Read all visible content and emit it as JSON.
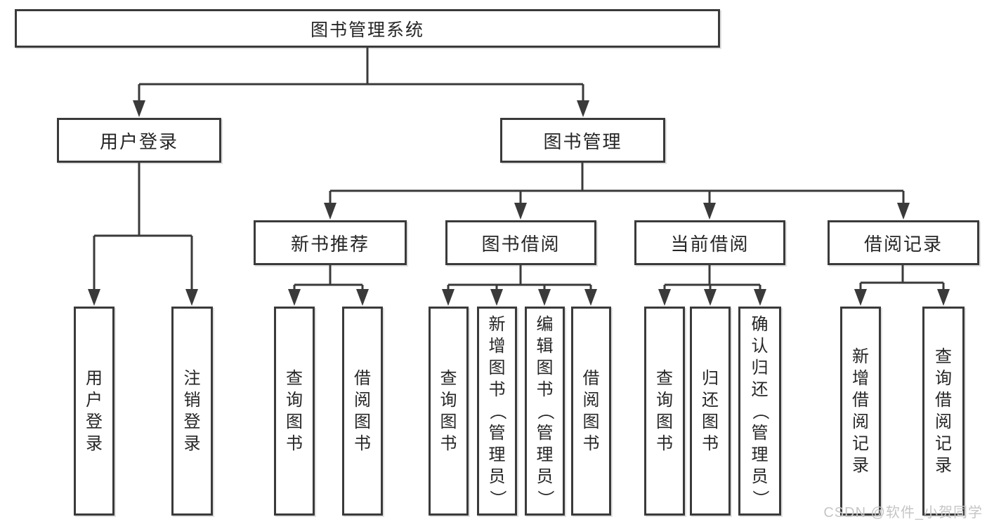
{
  "diagram": {
    "root": {
      "label": "图书管理系统"
    },
    "branches": [
      {
        "label": "用户登录",
        "children": [
          {
            "label": "用户登录"
          },
          {
            "label": "注销登录"
          }
        ]
      },
      {
        "label": "图书管理",
        "children": [
          {
            "label": "新书推荐",
            "children": [
              {
                "label": "查询图书"
              },
              {
                "label": "借阅图书"
              }
            ]
          },
          {
            "label": "图书借阅",
            "children": [
              {
                "label": "查询图书"
              },
              {
                "label": "新增图书（管理员）"
              },
              {
                "label": "编辑图书（管理员）"
              },
              {
                "label": "借阅图书"
              }
            ]
          },
          {
            "label": "当前借阅",
            "children": [
              {
                "label": "查询图书"
              },
              {
                "label": "归还图书"
              },
              {
                "label": "确认归还（管理员）"
              }
            ]
          },
          {
            "label": "借阅记录",
            "children": [
              {
                "label": "新增借阅记录"
              },
              {
                "label": "查询借阅记录"
              }
            ]
          }
        ]
      }
    ]
  },
  "watermark": {
    "text": "CSDN @软件_小贺同学"
  },
  "colors": {
    "line": "#3a3a3a",
    "text": "#262626",
    "watermark": "#c6c6c6",
    "background": "#ffffff"
  }
}
